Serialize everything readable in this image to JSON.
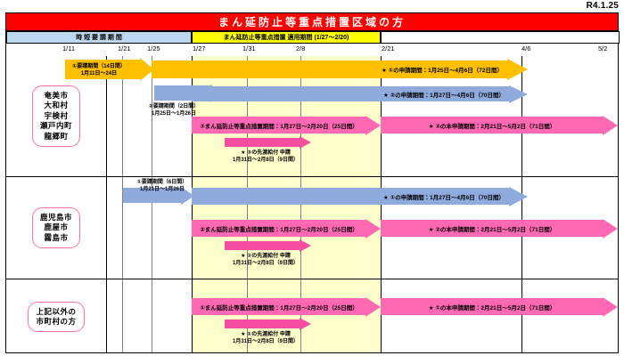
{
  "doc_date": "R4.1.25",
  "title": "まん延防止等重点措置区域の方",
  "legend": {
    "blue_label": "時 短 要 請 期 間",
    "yellow_label": "まん延防止等重点措置 適用期間 (1/27〜2/20)"
  },
  "ruler": {
    "ticks": [
      "1/11",
      "1/21",
      "1/25",
      "1/27",
      "1/31",
      "2/8",
      "2/21",
      "4/6",
      "5/2"
    ]
  },
  "colors": {
    "title_bg": "#ff0000",
    "orange": "#ffc000",
    "blue": "#8faadc",
    "pink": "#ff69b4",
    "magenta": "#f54ea0",
    "legend_blue": "#bdd7ee",
    "legend_yellow": "#ffff00",
    "yellow_zone": "#ffffcc",
    "pill_border": "#ff6fa8"
  },
  "groups": [
    {
      "id": "group-amami",
      "label": "奄美市\n大和村\n宇検村\n瀬戸内町\n龍郷町",
      "label_lines": [
        "奄美市",
        "大和村",
        "宇検村",
        "瀬戸内町",
        "龍郷町"
      ],
      "bars": [
        {
          "name": "request-period-1",
          "text": "",
          "caption": "①要請期間（14日間）\n1月11日〜24日",
          "color": "orange"
        },
        {
          "name": "application-period-1",
          "text": "★ ①の申請期間：1月25日〜4月6日（72日間）",
          "color": "orange"
        },
        {
          "name": "request-period-2",
          "text": "",
          "caption": "②要請期間（2日間）\n1月25日〜1月26日",
          "color": "blue"
        },
        {
          "name": "application-period-2",
          "text": "★ ②の申請期間：1月27日〜4月6日（70日間）",
          "color": "blue"
        },
        {
          "name": "priority-measures-period-3",
          "text": "③まん延防止等重点措置期間：1月27日〜2月20日（25日間）",
          "color": "pink"
        },
        {
          "name": "advance-payment-application-3",
          "text": "",
          "caption": "★ ③の先渡給付 申請\n1月31日〜2月8日（9日間）",
          "color": "magenta"
        },
        {
          "name": "main-application-period-3",
          "text": "★ ③の本申請期間：2月21日〜5月2日（71日間）",
          "color": "pink"
        }
      ]
    },
    {
      "id": "group-kagoshima",
      "label": "鹿児島市\n鹿屋市\n霧島市",
      "label_lines": [
        "鹿児島市",
        "鹿屋市",
        "霧島市"
      ],
      "bars": [
        {
          "name": "request-period-1",
          "text": "",
          "caption": "①要請期間（6日間）\n1月21日〜1月26日",
          "color": "blue"
        },
        {
          "name": "application-period-1",
          "text": "★ ①の申請期間：1月27日〜4月6日（70日間）",
          "color": "blue"
        },
        {
          "name": "priority-measures-period-2",
          "text": "②まん延防止等重点措置期間：1月27日〜2月20日（25日間）",
          "color": "pink"
        },
        {
          "name": "advance-payment-application-2",
          "text": "",
          "caption": "★ ②の先渡給付 申請\n1月31日〜2月8日（9日間）",
          "color": "magenta"
        },
        {
          "name": "main-application-period-2",
          "text": "★ ②の本申請期間：2月21日〜5月2日（71日間）",
          "color": "pink"
        }
      ]
    },
    {
      "id": "group-other",
      "label": "上記以外の\n市町村の方",
      "label_lines": [
        "上記以外の",
        "市町村の方"
      ],
      "bars": [
        {
          "name": "priority-measures-period-1",
          "text": "①まん延防止等重点措置期間：1月27日〜2月20日（25日間）",
          "color": "pink"
        },
        {
          "name": "advance-payment-application-1",
          "text": "",
          "caption": "★ ①の先渡給付 申請\n1月31日〜2月8日（9日間）",
          "color": "magenta"
        },
        {
          "name": "main-application-period-1",
          "text": "★ ①の本申請期間：2月21日〜5月2日（71日間）",
          "color": "pink"
        }
      ]
    }
  ],
  "chart_data": {
    "type": "table",
    "title": "まん延防止等重点措置区域の方",
    "xlabel": "",
    "categories": [
      "1/11",
      "1/21",
      "1/25",
      "1/27",
      "1/31",
      "2/8",
      "2/21",
      "4/6",
      "5/2"
    ],
    "series": [
      {
        "name": "①要請期間（14日間）1月11日〜24日",
        "group": "奄美市ほか",
        "start": "1/11",
        "end": "1/24",
        "days": 14,
        "color": "#ffc000"
      },
      {
        "name": "★①の申請期間：1月25日〜4月6日（72日間）",
        "group": "奄美市ほか",
        "start": "1/25",
        "end": "4/6",
        "days": 72,
        "color": "#ffc000"
      },
      {
        "name": "②要請期間（2日間）1月25日〜1月26日",
        "group": "奄美市ほか",
        "start": "1/25",
        "end": "1/26",
        "days": 2,
        "color": "#8faadc"
      },
      {
        "name": "★②の申請期間：1月27日〜4月6日（70日間）",
        "group": "奄美市ほか",
        "start": "1/27",
        "end": "4/6",
        "days": 70,
        "color": "#8faadc"
      },
      {
        "name": "③まん延防止等重点措置期間：1月27日〜2月20日（25日間）",
        "group": "奄美市ほか",
        "start": "1/27",
        "end": "2/20",
        "days": 25,
        "color": "#ff69b4"
      },
      {
        "name": "★③の先渡給付 申請 1月31日〜2月8日（9日間）",
        "group": "奄美市ほか",
        "start": "1/31",
        "end": "2/8",
        "days": 9,
        "color": "#f54ea0"
      },
      {
        "name": "★③の本申請期間：2月21日〜5月2日（71日間）",
        "group": "奄美市ほか",
        "start": "2/21",
        "end": "5/2",
        "days": 71,
        "color": "#ff69b4"
      },
      {
        "name": "①要請期間（6日間）1月21日〜1月26日",
        "group": "鹿児島市ほか",
        "start": "1/21",
        "end": "1/26",
        "days": 6,
        "color": "#8faadc"
      },
      {
        "name": "★①の申請期間：1月27日〜4月6日（70日間）",
        "group": "鹿児島市ほか",
        "start": "1/27",
        "end": "4/6",
        "days": 70,
        "color": "#8faadc"
      },
      {
        "name": "②まん延防止等重点措置期間：1月27日〜2月20日（25日間）",
        "group": "鹿児島市ほか",
        "start": "1/27",
        "end": "2/20",
        "days": 25,
        "color": "#ff69b4"
      },
      {
        "name": "★②の先渡給付 申請 1月31日〜2月8日（9日間）",
        "group": "鹿児島市ほか",
        "start": "1/31",
        "end": "2/8",
        "days": 9,
        "color": "#f54ea0"
      },
      {
        "name": "★②の本申請期間：2月21日〜5月2日（71日間）",
        "group": "鹿児島市ほか",
        "start": "2/21",
        "end": "5/2",
        "days": 71,
        "color": "#ff69b4"
      },
      {
        "name": "①まん延防止等重点措置期間：1月27日〜2月20日（25日間）",
        "group": "上記以外の市町村の方",
        "start": "1/27",
        "end": "2/20",
        "days": 25,
        "color": "#ff69b4"
      },
      {
        "name": "★①の先渡給付 申請 1月31日〜2月8日（9日間）",
        "group": "上記以外の市町村の方",
        "start": "1/31",
        "end": "2/8",
        "days": 9,
        "color": "#f54ea0"
      },
      {
        "name": "★①の本申請期間：2月21日〜5月2日（71日間）",
        "group": "上記以外の市町村の方",
        "start": "2/21",
        "end": "5/2",
        "days": 71,
        "color": "#ff69b4"
      }
    ]
  }
}
